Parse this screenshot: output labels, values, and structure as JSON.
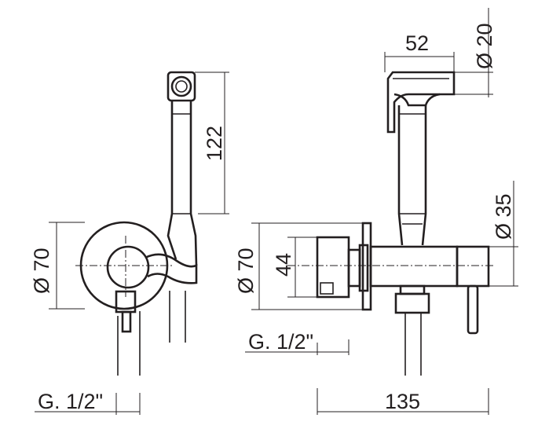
{
  "dimensions": {
    "side_diameter_70": "Ø 70",
    "side_thread": "G. 1/2\"",
    "handle_height": "122",
    "front_diameter_70": "Ø 70",
    "front_height_44": "44",
    "front_thread": "G. 1/2\"",
    "overall_length": "135",
    "spray_length": "52",
    "spray_diameter_20": "Ø 20",
    "body_diameter_35": "Ø 35"
  }
}
